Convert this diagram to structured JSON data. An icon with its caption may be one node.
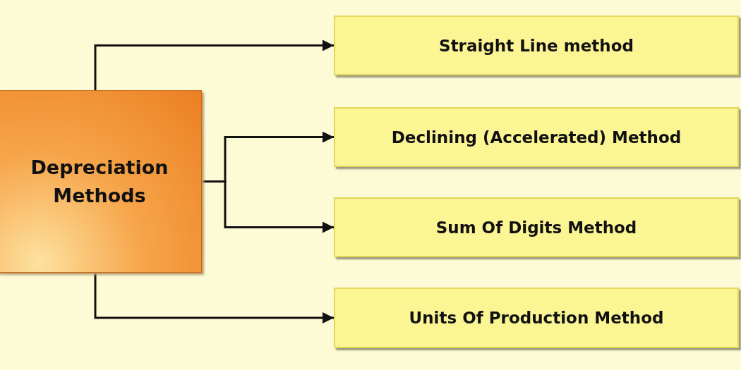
{
  "diagram": {
    "nodes": [
      {
        "text": [
          "Depreciation Methods"
        ]
      },
      {
        "text": [
          "Straight Line method"
        ]
      },
      {
        "text": [
          "Declining (Accelerated) Method"
        ]
      },
      {
        "text": [
          "Sum Of Digits Method"
        ]
      },
      {
        "text": [
          "Units Of Production Method"
        ]
      }
    ],
    "edges": [
      {
        "from": 0,
        "to": 1,
        "arrow": "to"
      },
      {
        "from": 0,
        "to": 2,
        "arrow": "to"
      },
      {
        "from": 0,
        "to": 3,
        "arrow": "to"
      },
      {
        "from": 0,
        "to": 4,
        "arrow": "to"
      }
    ]
  }
}
